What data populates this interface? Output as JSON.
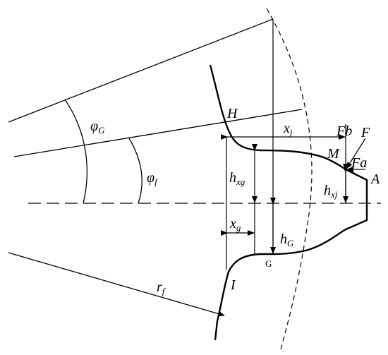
{
  "labels": {
    "phi_g": "φ",
    "phi_g_sub": "G",
    "phi_f": "φ",
    "phi_f_sub": "f",
    "h_point": "H",
    "i_point": "I",
    "g_point": "G",
    "m_point": "M",
    "a_point": "A",
    "f_force": "F",
    "fb": "F",
    "fb_sub": "b",
    "fa": "F",
    "fa_sub": "a",
    "xj": "x",
    "xj_sub": "j",
    "xg": "x",
    "xg_sub": "g",
    "hxg": "h",
    "hxg_sub": "xg",
    "hxj": "h",
    "hxj_sub": "xj",
    "hg": "h",
    "hg_sub": "G",
    "rf": "r",
    "rf_sub": "f"
  }
}
